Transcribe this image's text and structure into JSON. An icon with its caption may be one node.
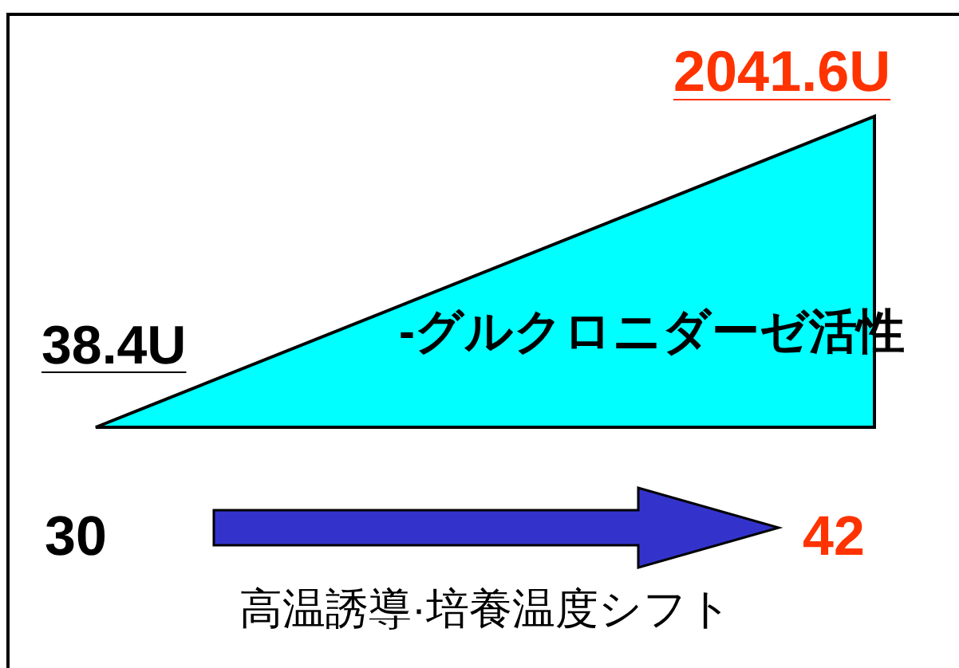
{
  "diagram": {
    "nodes": [
      {
        "text": [
          "-グルクロニダーゼ活性"
        ]
      },
      {
        "text": [
          "30"
        ]
      },
      {
        "text": [
          "42"
        ]
      }
    ],
    "edges": [
      {
        "from": 1,
        "to": 2,
        "arrow": "to",
        "label": "高温誘導·培養温度シフト"
      }
    ],
    "labels": [
      "2041.6U",
      "38.4U"
    ]
  }
}
